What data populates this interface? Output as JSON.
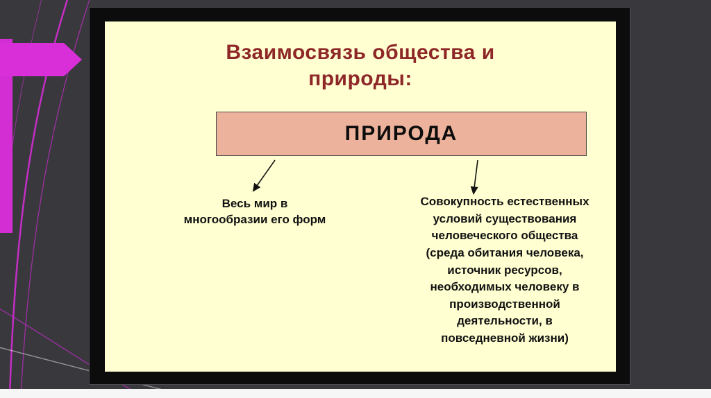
{
  "slide": {
    "title": "Взаимосвязь общества и\nприроды:",
    "nature_box_label": "ПРИРОДА",
    "left_item": "Весь мир в\nмногообразии его форм",
    "right_item": "Совокупность естественных\nусловий существования\nчеловеческого общества\n(среда обитания человека,\nисточник ресурсов,\nнеобходимых человеку в\nпроизводственной\nдеятельности, в\nповседневной жизни)"
  },
  "colors": {
    "background": "#39383d",
    "accent_magenta": "#d32ed3",
    "slide_background": "#ffffd2",
    "frame_black": "#0c0c0c",
    "nature_box_fill": "#ecb29b",
    "title_red": "#8e2727",
    "bottom_strip_white": "#f6f6f6"
  }
}
